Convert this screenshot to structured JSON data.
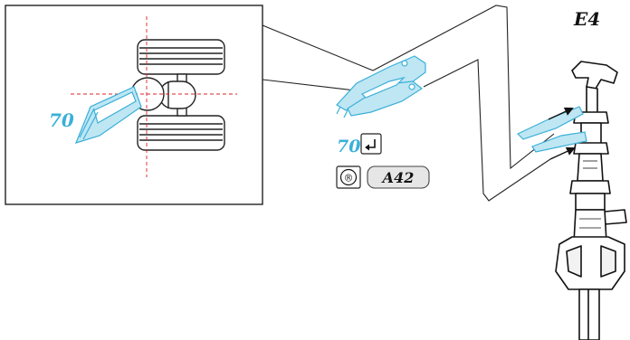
{
  "page_label": "E4",
  "inset": {
    "callout": "70"
  },
  "step": {
    "number": "70",
    "tool_ref_symbol": "®",
    "tool_ref_code": "A42"
  },
  "icons": {
    "step_action": "return-arrow-icon",
    "tool_reference": "registered-r-icon"
  },
  "colors": {
    "accent_blue": "#3ab0d8",
    "accent_fill": "#bfe6f3",
    "line": "#222222",
    "guide_red": "#d8262b",
    "pill_bg": "#e6e6e6"
  }
}
